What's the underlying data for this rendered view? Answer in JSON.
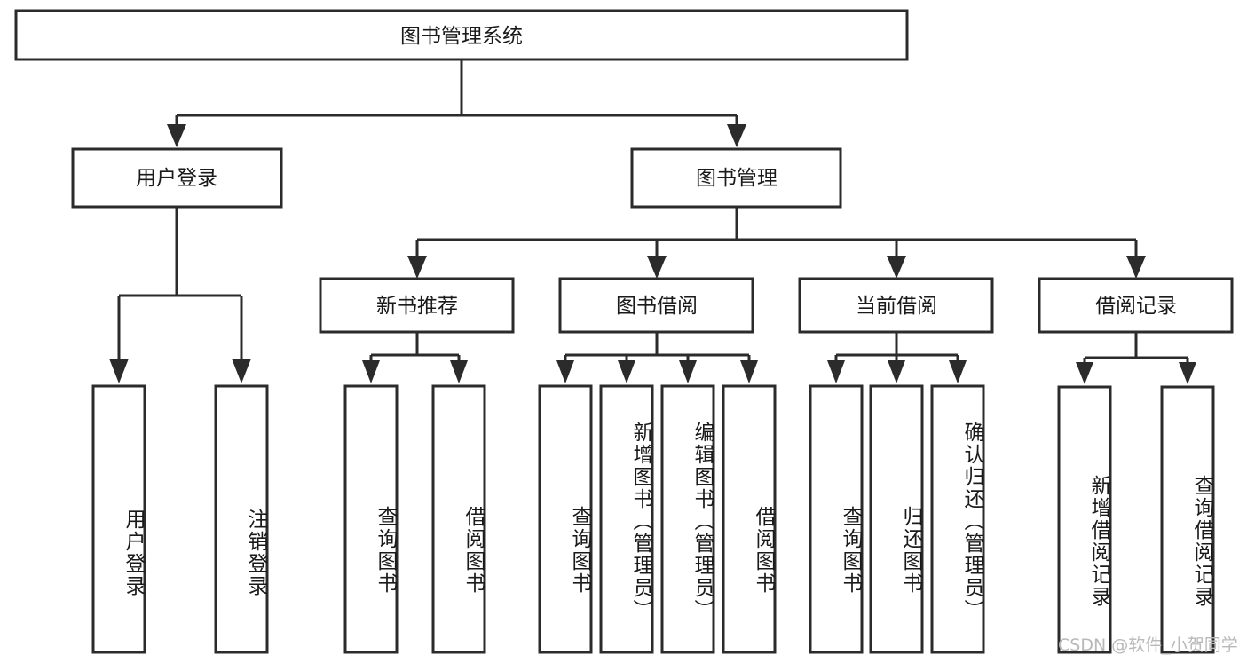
{
  "diagram": {
    "type": "tree-hierarchy",
    "title": "图书管理系统",
    "colors": {
      "box_fill": "#ffffff",
      "box_stroke": "#2b2b2b",
      "text": "#1a1a1a",
      "background": "#ffffff",
      "watermark": "#b9b9b9"
    },
    "root": {
      "label": "图书管理系统"
    },
    "level2": [
      {
        "label": "用户登录"
      },
      {
        "label": "图书管理"
      }
    ],
    "level3": [
      {
        "label": "新书推荐"
      },
      {
        "label": "图书借阅"
      },
      {
        "label": "当前借阅"
      },
      {
        "label": "借阅记录"
      }
    ],
    "leaves": {
      "user_login": [
        {
          "label": "用户登录"
        },
        {
          "label": "注销登录"
        }
      ],
      "new_book_recommend": [
        {
          "label": "查询图书"
        },
        {
          "label": "借阅图书"
        }
      ],
      "book_borrow": [
        {
          "label": "查询图书"
        },
        {
          "label": "新增图书（管理员）"
        },
        {
          "label": "编辑图书（管理员）"
        },
        {
          "label": "借阅图书"
        }
      ],
      "current_borrow": [
        {
          "label": "查询图书"
        },
        {
          "label": "归还图书"
        },
        {
          "label": "确认归还（管理员）"
        }
      ],
      "borrow_record": [
        {
          "label": "新增借阅记录"
        },
        {
          "label": "查询借阅记录"
        }
      ]
    }
  },
  "watermark": {
    "text": "CSDN @软件_小贺同学"
  }
}
